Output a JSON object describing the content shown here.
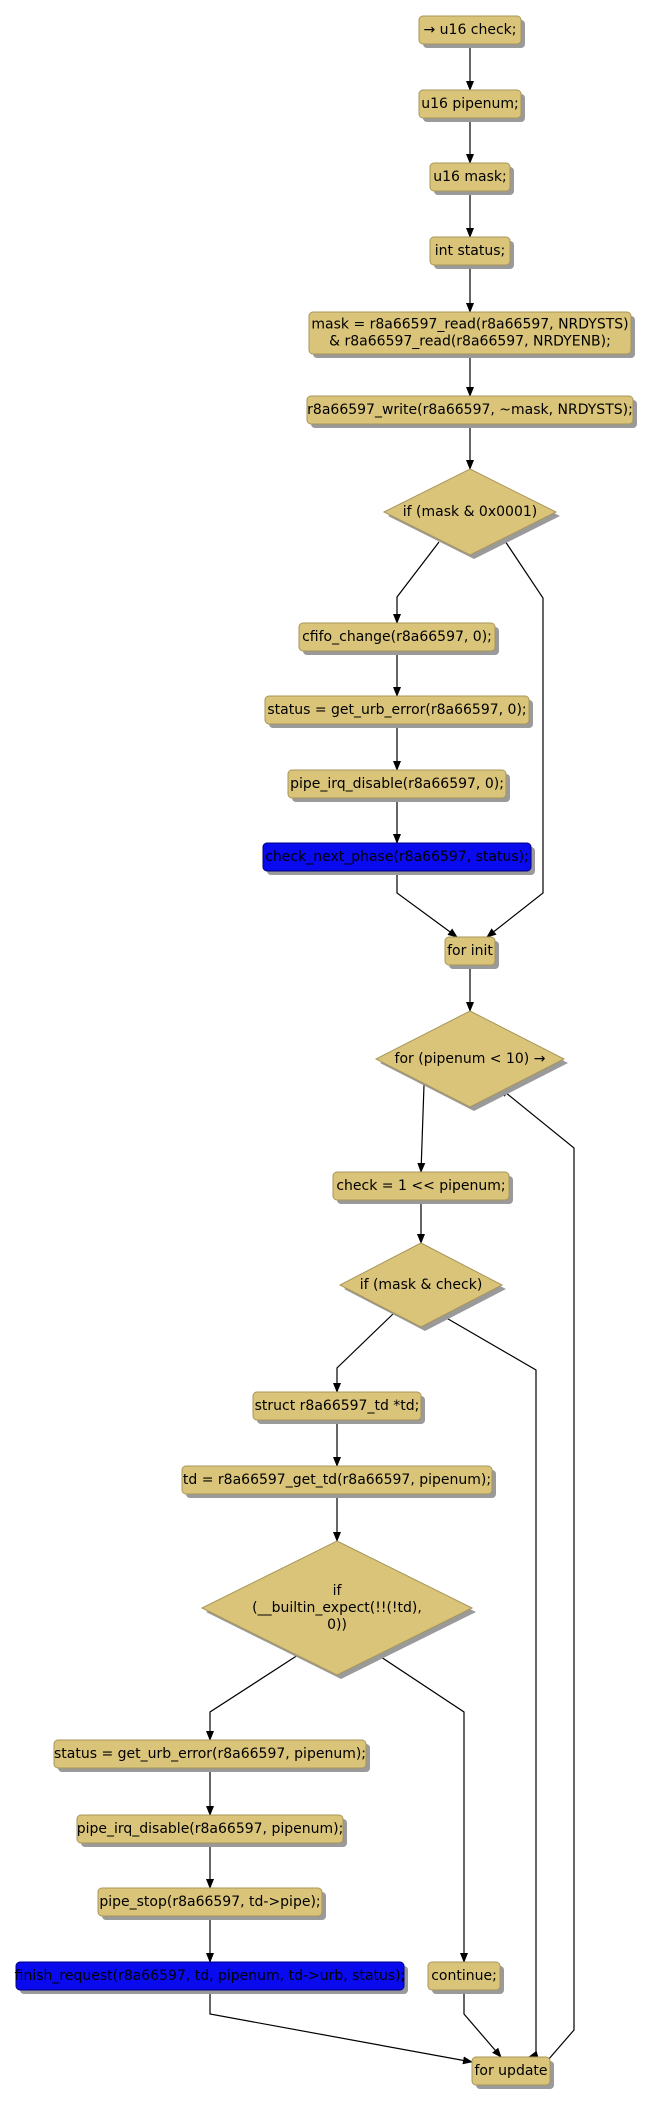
{
  "colors": {
    "node_fill": "#d9c47a",
    "node_stroke": "#a8965a",
    "shadow": "#9a9a9a",
    "highlight_fill": "#0a0aee",
    "highlight_stroke": "#000080",
    "edge": "#000000",
    "background": "#ffffff"
  },
  "nodes": {
    "u16_check": {
      "lines": [
        "→ u16 check;"
      ]
    },
    "u16_pipenum": {
      "lines": [
        "u16 pipenum;"
      ]
    },
    "u16_mask": {
      "lines": [
        "u16 mask;"
      ]
    },
    "int_status": {
      "lines": [
        "int status;"
      ]
    },
    "mask_assign": {
      "lines": [
        "mask = r8a66597_read(r8a66597, NRDYSTS)",
        "& r8a66597_read(r8a66597, NRDYENB);"
      ]
    },
    "write_nrdysts": {
      "lines": [
        "r8a66597_write(r8a66597, ~mask, NRDYSTS);"
      ]
    },
    "if_mask_0001": {
      "lines": [
        "if (mask & 0x0001)"
      ]
    },
    "cfifo_change": {
      "lines": [
        "cfifo_change(r8a66597, 0);"
      ]
    },
    "status_urb_error_0": {
      "lines": [
        "status = get_urb_error(r8a66597, 0);"
      ]
    },
    "pipe_irq_disable_0": {
      "lines": [
        "pipe_irq_disable(r8a66597, 0);"
      ]
    },
    "check_next_phase": {
      "lines": [
        "check_next_phase(r8a66597, status);"
      ]
    },
    "for_init": {
      "lines": [
        "for init"
      ]
    },
    "for_cond": {
      "lines": [
        "for (pipenum < 10) →"
      ]
    },
    "check_shift": {
      "lines": [
        "check = 1 << pipenum;"
      ]
    },
    "if_mask_check": {
      "lines": [
        "if (mask & check)"
      ]
    },
    "struct_td": {
      "lines": [
        "struct r8a66597_td *td;"
      ]
    },
    "td_get": {
      "lines": [
        "td = r8a66597_get_td(r8a66597, pipenum);"
      ]
    },
    "if_builtin_expect": {
      "lines": [
        "if",
        "(__builtin_expect(!!(!td),",
        "0))"
      ]
    },
    "status_urb_error_pipenum": {
      "lines": [
        "status = get_urb_error(r8a66597, pipenum);"
      ]
    },
    "pipe_irq_disable_pipenum": {
      "lines": [
        "pipe_irq_disable(r8a66597, pipenum);"
      ]
    },
    "pipe_stop": {
      "lines": [
        "pipe_stop(r8a66597, td->pipe);"
      ]
    },
    "finish_request": {
      "lines": [
        "finish_request(r8a66597, td, pipenum, td->urb, status);"
      ]
    },
    "continue_stmt": {
      "lines": [
        "continue;"
      ]
    },
    "for_update": {
      "lines": [
        "for update"
      ]
    }
  }
}
